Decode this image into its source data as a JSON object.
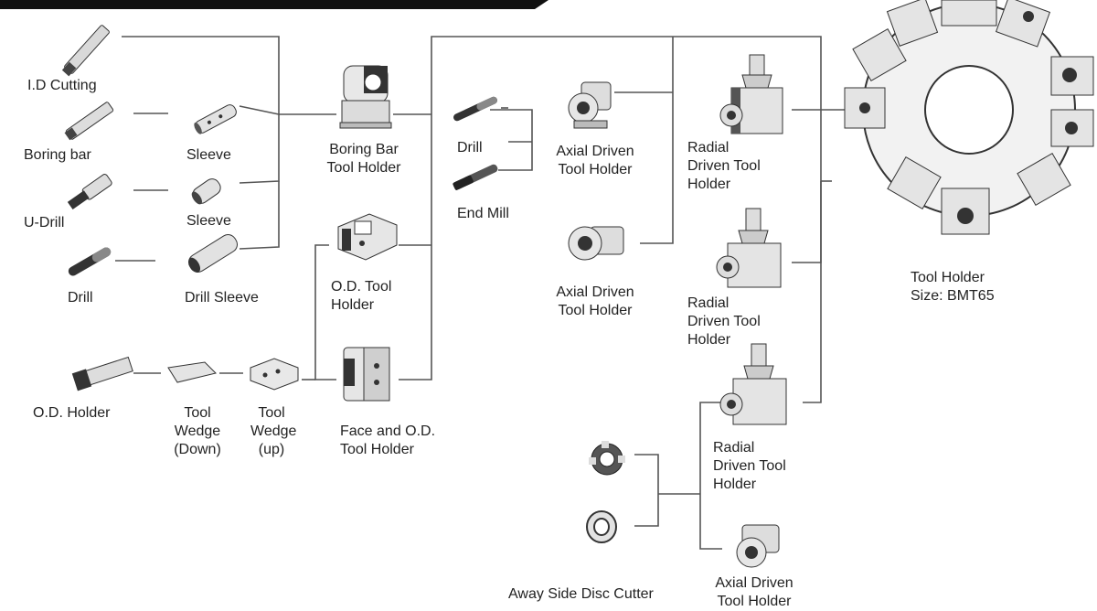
{
  "diagram": {
    "colors": {
      "line": "#555555",
      "part": "#d9d9d9",
      "part_dark": "#3a3a3a",
      "header": "#111111"
    },
    "labels": {
      "id_cutting": "I.D Cutting",
      "boring_bar": "Boring bar",
      "sleeve_1": "Sleeve",
      "u_drill": "U-Drill",
      "sleeve_2": "Sleeve",
      "drill_left": "Drill",
      "drill_sleeve": "Drill Sleeve",
      "boring_bar_tool_holder": "Boring Bar\nTool Holder",
      "od_tool_holder": "O.D. Tool\nHolder",
      "face_od_tool_holder": "Face and O.D.\nTool Holder",
      "od_holder": "O.D. Holder",
      "tool_wedge_down": "Tool\nWedge\n(Down)",
      "tool_wedge_up": "Tool\nWedge\n(up)",
      "drill_mid": "Drill",
      "end_mill": "End Mill",
      "axial_driven_1": "Axial Driven\nTool Holder",
      "axial_driven_2": "Axial Driven\nTool Holder",
      "radial_driven_1": "Radial\nDriven Tool\nHolder",
      "radial_driven_2": "Radial\nDriven Tool\nHolder",
      "radial_driven_3": "Radial\nDriven Tool\nHolder",
      "away_side_disc_cutter": "Away Side Disc Cutter",
      "axial_driven_3": "Axial Driven\nTool Holder",
      "turret": "Tool Holder\nSize: BMT65"
    },
    "icons": [
      "id-cutting-tool-icon",
      "boring-bar-icon",
      "sleeve-icon",
      "u-drill-icon",
      "drill-bit-icon",
      "drill-sleeve-icon",
      "boring-bar-holder-icon",
      "od-holder-block-icon",
      "face-od-holder-icon",
      "od-holder-tool-icon",
      "tool-wedge-icon",
      "end-mill-icon",
      "axial-driven-holder-icon",
      "radial-driven-holder-icon",
      "disc-cutter-icon",
      "washer-icon",
      "turret-icon"
    ]
  }
}
